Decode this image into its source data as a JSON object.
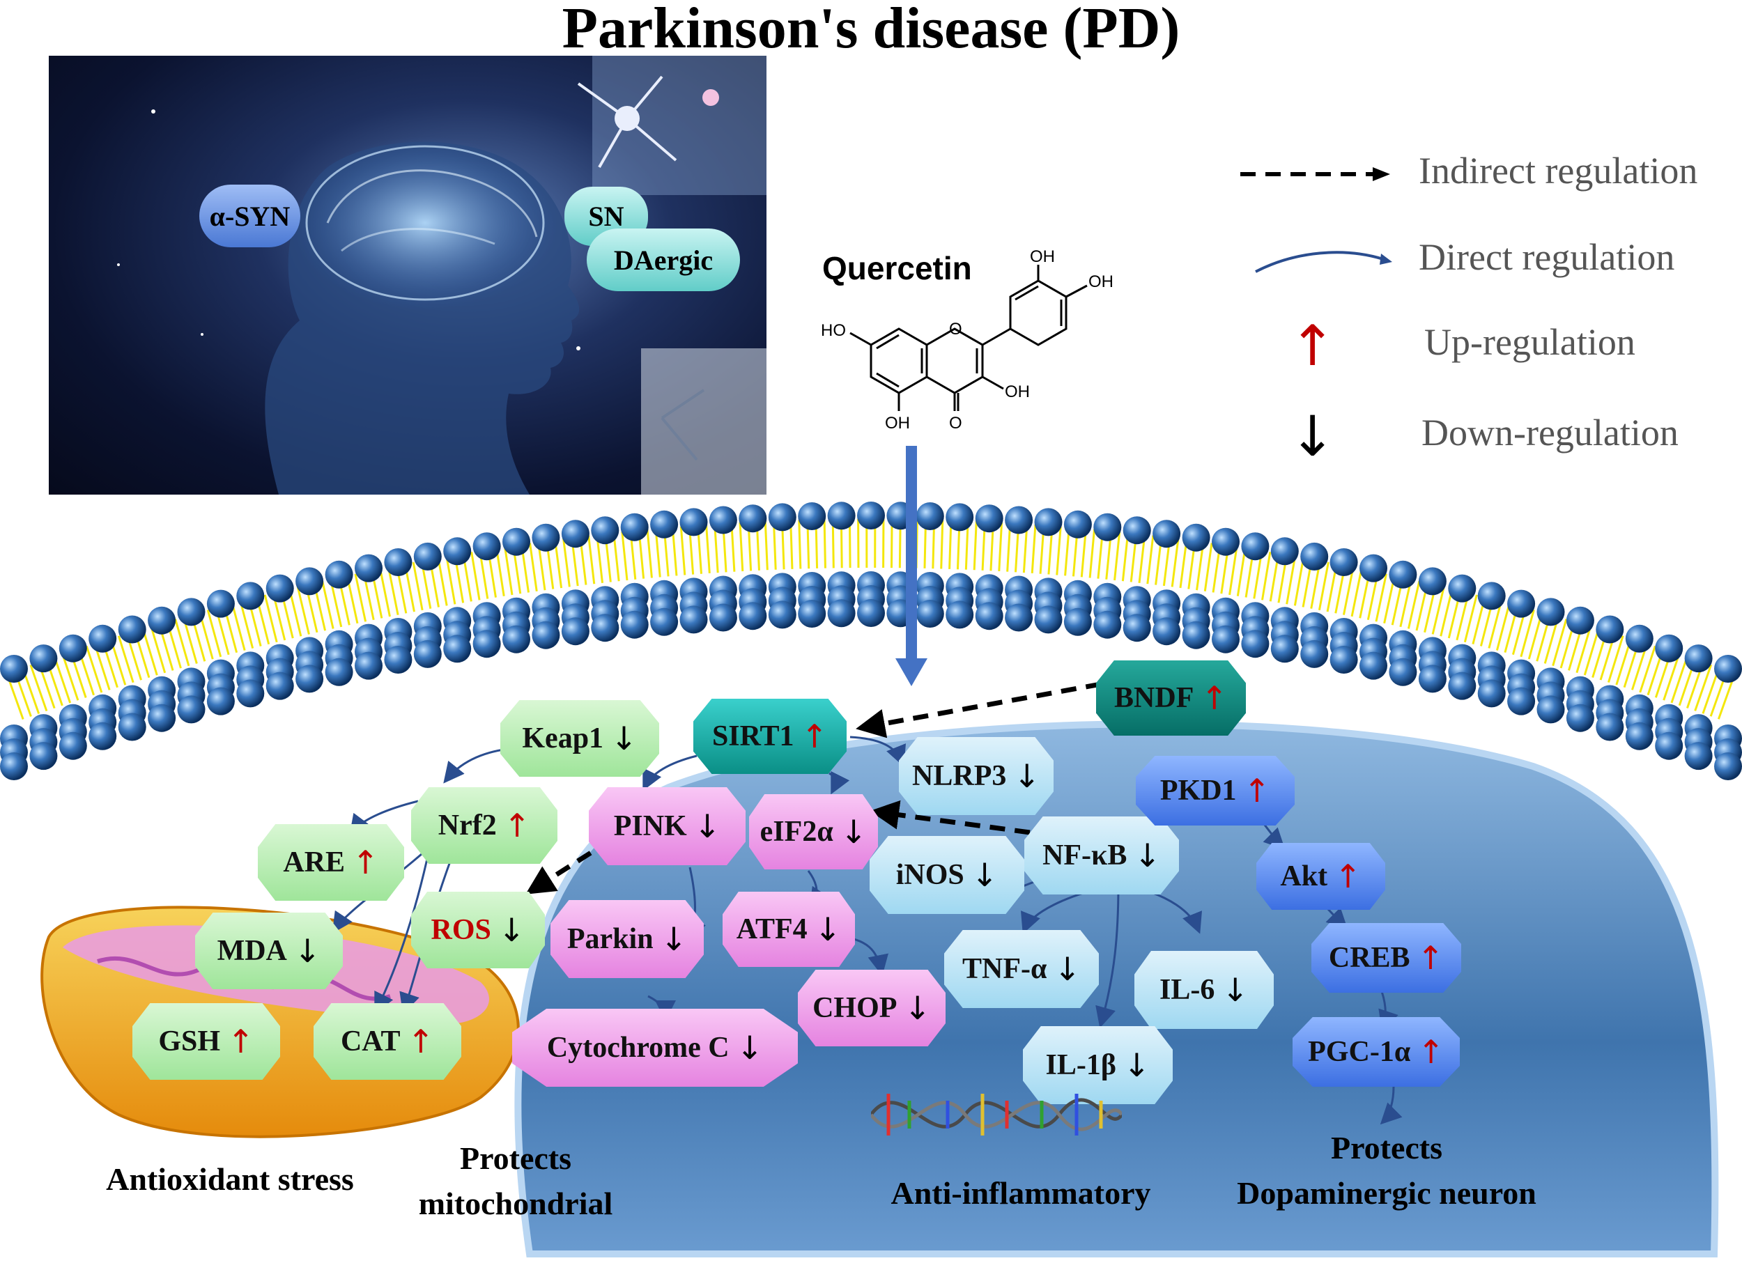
{
  "title": "Parkinson's disease (PD)",
  "brain_panel": {
    "alpha_syn": "α-SYN",
    "sn": "SN",
    "daergic": "DAergic"
  },
  "molecule": {
    "name": "Quercetin",
    "oh_labels": [
      "OH",
      "OH",
      "HO",
      "OH",
      "OH"
    ],
    "o_labels": [
      "O",
      "O"
    ]
  },
  "legend": {
    "indirect": "Indirect regulation",
    "direct": "Direct regulation",
    "up": "Up-regulation",
    "down": "Down-regulation",
    "up_symbol": "↑",
    "down_symbol": "↓"
  },
  "nodes": {
    "bndf": {
      "label": "BNDF",
      "arrow": "↑"
    },
    "sirt1": {
      "label": "SIRT1",
      "arrow": "↑"
    },
    "keap1": {
      "label": "Keap1",
      "arrow": "↓"
    },
    "nrf2": {
      "label": "Nrf2",
      "arrow": "↑"
    },
    "are": {
      "label": "ARE",
      "arrow": "↑"
    },
    "ros": {
      "label": "ROS",
      "arrow": "↓"
    },
    "mda": {
      "label": "MDA",
      "arrow": "↓"
    },
    "gsh": {
      "label": "GSH",
      "arrow": "↑"
    },
    "cat": {
      "label": "CAT",
      "arrow": "↑"
    },
    "pink": {
      "label": "PINK",
      "arrow": "↓"
    },
    "parkin": {
      "label": "Parkin",
      "arrow": "↓"
    },
    "cytochrome": {
      "label": "Cytochrome C",
      "arrow": "↓"
    },
    "eif2a": {
      "label": "eIF2α",
      "arrow": "↓"
    },
    "atf4": {
      "label": "ATF4",
      "arrow": "↓"
    },
    "chop": {
      "label": "CHOP",
      "arrow": "↓"
    },
    "nlrp3": {
      "label": "NLRP3",
      "arrow": "↓"
    },
    "inos": {
      "label": "iNOS",
      "arrow": "↓"
    },
    "nfkb": {
      "label": "NF-κB",
      "arrow": "↓"
    },
    "tnfa": {
      "label": "TNF-α",
      "arrow": "↓"
    },
    "il6": {
      "label": "IL-6",
      "arrow": "↓"
    },
    "il1b": {
      "label": "IL-1β",
      "arrow": "↓"
    },
    "pkd1": {
      "label": "PKD1",
      "arrow": "↑"
    },
    "akt": {
      "label": "Akt",
      "arrow": "↑"
    },
    "creb": {
      "label": "CREB",
      "arrow": "↑"
    },
    "pgc1a": {
      "label": "PGC-1α",
      "arrow": "↑"
    }
  },
  "captions": {
    "antioxidant": "Antioxidant stress",
    "mito_line1": "Protects",
    "mito_line2": "mitochondrial",
    "antiinflammatory": "Anti-inflammatory",
    "neuron_line1": "Protects",
    "neuron_line2": "Dopaminergic neuron"
  },
  "colors": {
    "up_arrow": "#c00000",
    "main_arrow": "#4472c4",
    "membrane_head": "#2f6cb3",
    "membrane_tail": "#f3e600",
    "nucleus": "#4a7fb8"
  }
}
